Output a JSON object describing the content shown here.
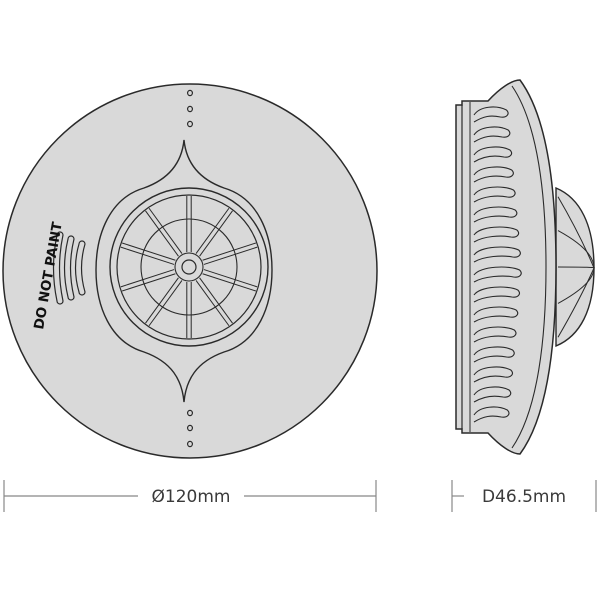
{
  "front_view": {
    "warning_text": "DO NOT PAINT",
    "diameter_label": "Ø120mm"
  },
  "side_view": {
    "depth_label": "D46.5mm"
  },
  "colors": {
    "body_fill": "#d9d9d9",
    "outline": "#2a2a2a",
    "dimension_line": "#888888",
    "text": "#3a3a3a"
  }
}
